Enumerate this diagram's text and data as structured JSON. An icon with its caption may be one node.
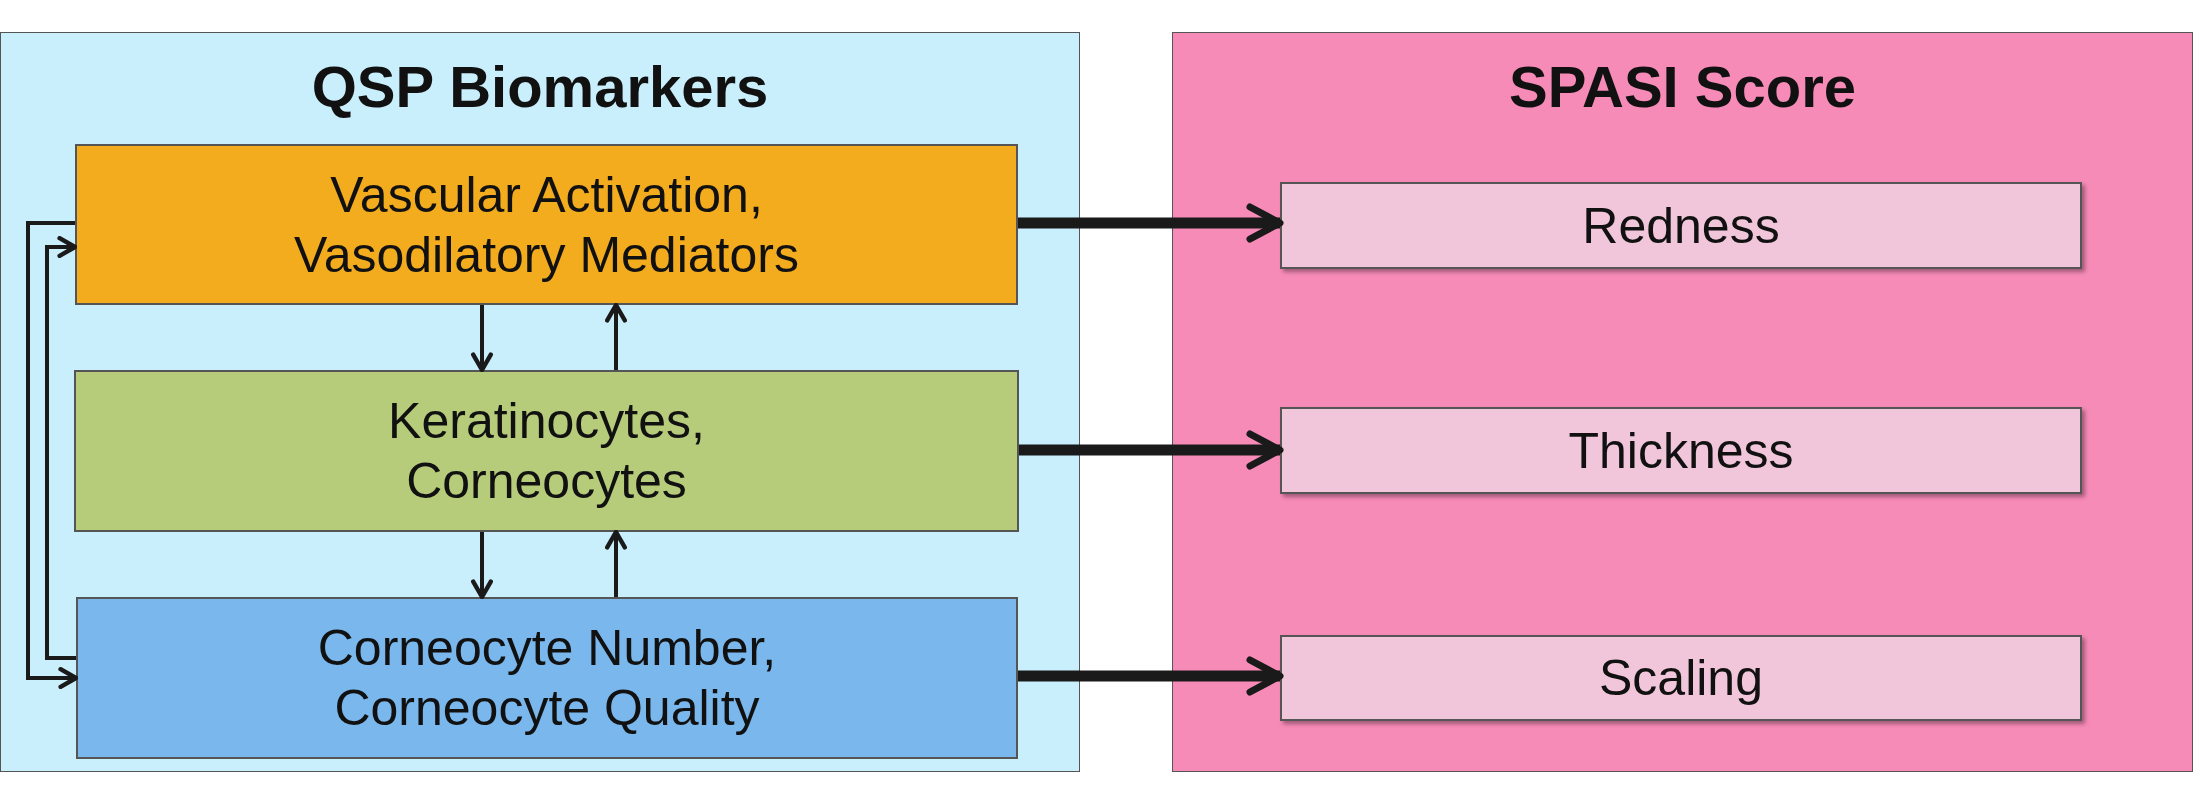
{
  "diagram": {
    "nodes": [
      {
        "text": [
          "QSP Biomarkers"
        ]
      },
      {
        "text": [
          "Vascular Activation, Vasodilatory Mediators"
        ],
        "in": 0
      },
      {
        "text": [
          "Keratinocytes, Corneocytes"
        ],
        "in": 0
      },
      {
        "text": [
          "Corneocyte Number, Corneocyte Quality"
        ],
        "in": 0
      },
      {
        "text": [
          "SPASI Score"
        ]
      },
      {
        "text": [
          "Redness"
        ],
        "in": 4
      },
      {
        "text": [
          "Thickness"
        ],
        "in": 4
      },
      {
        "text": [
          "Scaling"
        ],
        "in": 4
      }
    ],
    "edges": [
      {
        "from": 1,
        "to": 5,
        "arrow": "to",
        "style": "thick"
      },
      {
        "from": 2,
        "to": 6,
        "arrow": "to",
        "style": "thick"
      },
      {
        "from": 3,
        "to": 7,
        "arrow": "to",
        "style": "thick"
      },
      {
        "from": 1,
        "to": 2,
        "arrow": "to"
      },
      {
        "from": 2,
        "to": 1,
        "arrow": "to"
      },
      {
        "from": 2,
        "to": 3,
        "arrow": "to"
      },
      {
        "from": 3,
        "to": 2,
        "arrow": "to"
      },
      {
        "from": 1,
        "to": 3,
        "arrow": "to"
      },
      {
        "from": 3,
        "to": 1,
        "arrow": "to"
      }
    ]
  }
}
